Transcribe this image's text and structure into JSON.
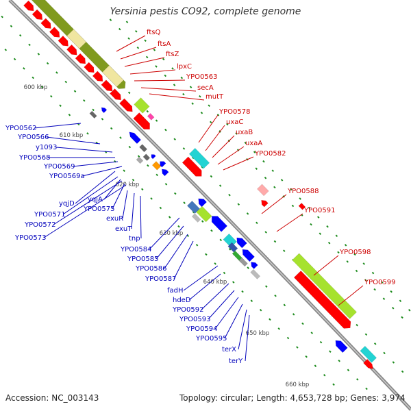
{
  "title": "Yersinia pestis CO92, complete genome",
  "footer": {
    "accession": "Accession: NC_003143",
    "topology": "Topology: circular; Length: 4,653,728 bp; Genes: 3,974"
  },
  "colors": {
    "backbone": "#888888",
    "red": "#ff0000",
    "olive": "#809a1e",
    "lime": "#a6e22e",
    "cyan": "#22d3d3",
    "blue": "#0000ff",
    "gray": "#999999",
    "tick": "#1b8a1b",
    "label_red": "#cc0000",
    "label_blue": "#0000bb"
  },
  "kbp_marks": [
    {
      "label": "600 kbp"
    },
    {
      "label": "610 kbp"
    },
    {
      "label": "620 kbp"
    },
    {
      "label": "630 kbp"
    },
    {
      "label": "640 kbp"
    },
    {
      "label": "650 kbp"
    },
    {
      "label": "660 kbp"
    }
  ],
  "right_labels": [
    "ftsQ",
    "ftsA",
    "ftsZ",
    "lpxC",
    "YPO0563",
    "secA",
    "mutT",
    "YPO0578",
    "uxaC",
    "uxaB",
    "uxaA",
    "YPO0582",
    "YPO0588",
    "YPO0591",
    "YPO0598",
    "YPO0599"
  ],
  "left_labels": [
    "YPO0562",
    "YPO0566",
    "y1093",
    "YPO0568",
    "YPO0569",
    "YPO0569a",
    "yqjD",
    "YPO0571",
    "YPO0572",
    "YPO0573",
    "yqjA",
    "YPO0575",
    "exuR",
    "exuT",
    "tnp",
    "YPO0584",
    "YPO0585",
    "YPO0586",
    "YPO0587",
    "fadH",
    "hdeD",
    "YPO0592",
    "YPO0593",
    "YPO0594",
    "YPO0595",
    "terX",
    "terY"
  ]
}
